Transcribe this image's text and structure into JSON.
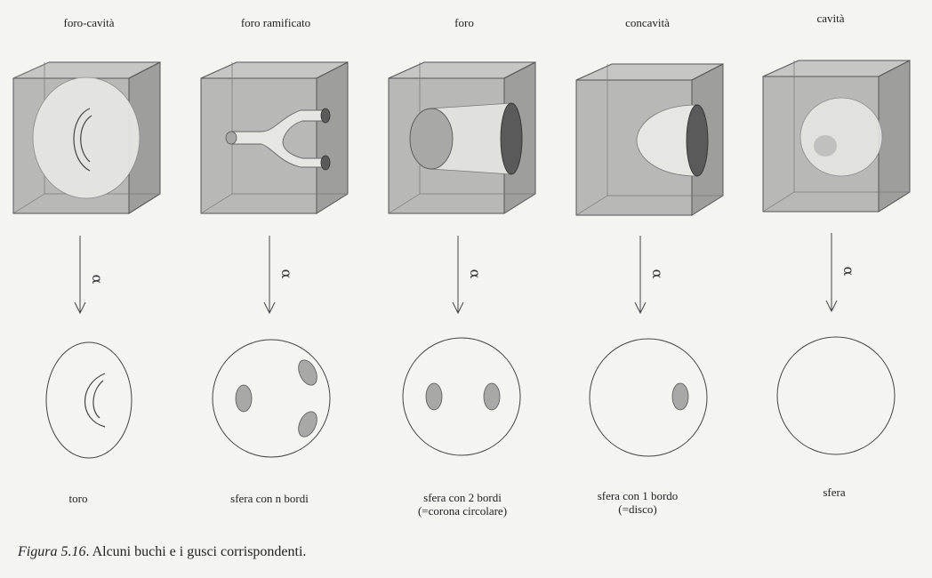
{
  "columns": [
    {
      "title": "foro-cavità",
      "label_line1": "toro",
      "label_line2": ""
    },
    {
      "title": "foro ramificato",
      "label_line1": "sfera con n bordi",
      "label_line2": ""
    },
    {
      "title": "foro",
      "label_line1": "sfera con 2 bordi",
      "label_line2": "(=corona circolare)"
    },
    {
      "title": "concavità",
      "label_line1": "sfera con 1 bordo",
      "label_line2": "(=disco)"
    },
    {
      "title": "cavità",
      "label_line1": "sfera",
      "label_line2": ""
    }
  ],
  "arrow_symbol": "α",
  "caption": {
    "figure_number": "Figura 5.16",
    "text": ". Alcuni buchi e i gusci corrispondenti."
  },
  "colors": {
    "cube_front": "#b8b8b6",
    "cube_side": "#9e9e9c",
    "cube_top": "#c6c6c4",
    "hole_light": "#e6e6e3",
    "hole_dark": "#5a5a5a",
    "boundary": "#a8a8a6"
  }
}
